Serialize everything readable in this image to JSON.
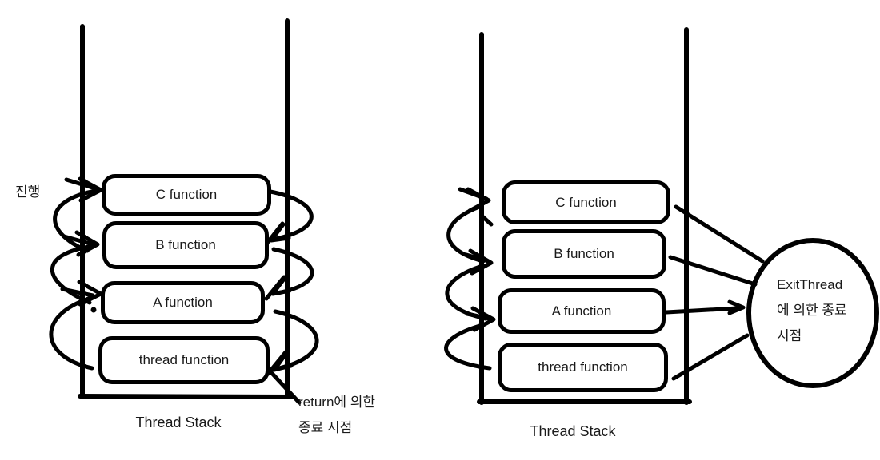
{
  "diagram": {
    "background": "#ffffff",
    "ink": "#000000",
    "left_stack": {
      "caption": "Thread Stack",
      "boxes": [
        "C function",
        "B function",
        "A function",
        "thread function"
      ],
      "progress_label": "진행",
      "return_note_line1": "return에 의한",
      "return_note_line2": "종료 시점"
    },
    "right_stack": {
      "caption": "Thread Stack",
      "boxes": [
        "C function",
        "B function",
        "A function",
        "thread function"
      ],
      "exit_note_line1": "ExitThread",
      "exit_note_line2": "에 의한 종료",
      "exit_note_line3": "시점"
    }
  }
}
